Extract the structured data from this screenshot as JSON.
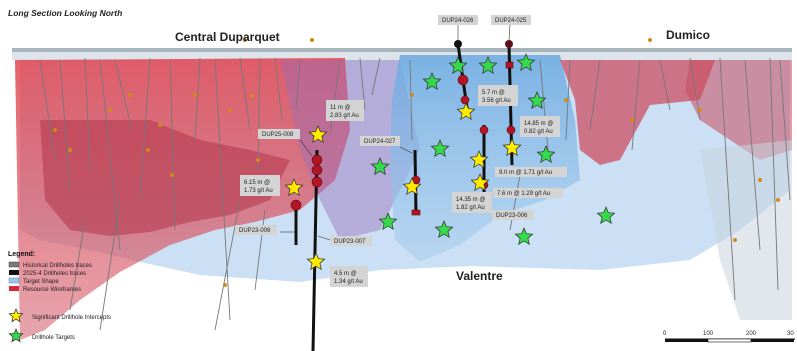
{
  "header": {
    "view_title": "Long Section Looking North"
  },
  "areas": {
    "central": "Central Duparquet",
    "dumico": "Dumico",
    "valentre": "Valentre"
  },
  "drillholes": {
    "dup24_026": "DUP24-026",
    "dup24_025": "DUP24-025",
    "dup25_008": "DUP25-008",
    "dup24_027": "DUP24-027",
    "dup23_006": "DUP23-006",
    "dup23_007": "DUP23-007",
    "dup23_006b": "DUP23-006"
  },
  "intercepts": {
    "a": [
      "11 m @",
      "2.83 g/t Au"
    ],
    "b": [
      "5.7 m @",
      "3.56 g/t Au"
    ],
    "c": [
      "14.85 m @",
      "0.82 g/t Au"
    ],
    "d": [
      "6.15 m @",
      "1.73 g/t Au"
    ],
    "e": [
      "14.35 m @",
      "1.82 g/t Au"
    ],
    "f": "9.0 m @ 1.71 g/t Au",
    "g": "7.6 m @ 1.29 g/t Au",
    "h": [
      "4.5 m @",
      "1.34 g/t Au"
    ]
  },
  "legend": {
    "title": "Legend:",
    "items": [
      "Historical Drillholes traces",
      "2025-4 Drillholes traces",
      "Target Shape",
      "Resource Wireframes"
    ],
    "stars": [
      "Significant Drillhole Intercepts",
      "Drillhole Targets"
    ]
  },
  "scale": {
    "ticks": [
      "0",
      "100",
      "200",
      "30"
    ]
  },
  "colors": {
    "resource_red": "#d9283a",
    "target_blue": "#7fb6e6",
    "significant_star": "#ffeb00",
    "target_star": "#36d94b",
    "new_drill": "#111111",
    "hist_drill": "#7a7a7a"
  }
}
